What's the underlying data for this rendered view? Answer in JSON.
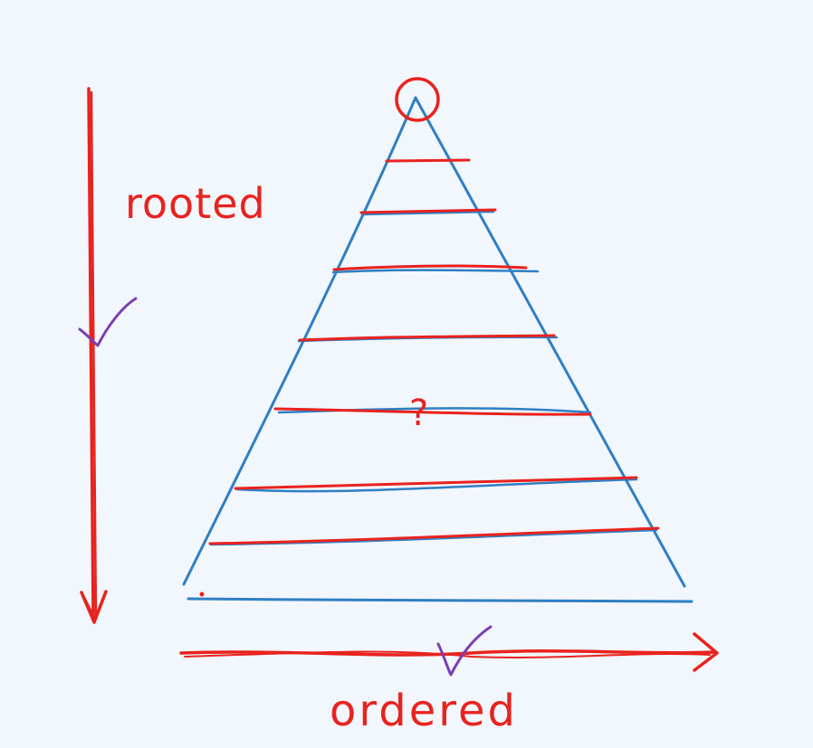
{
  "labels": {
    "vertical_axis": "rooted",
    "horizontal_axis": "ordered",
    "center_mark": "?"
  },
  "colors": {
    "background": "#f2f6fd",
    "ink_red": "#e8231e",
    "ink_blue": "#2f7fc3",
    "ink_purple": "#7b3fb3"
  },
  "icons": {
    "root_node": "circle",
    "vertical_check": "checkmark",
    "horizontal_check": "checkmark"
  }
}
